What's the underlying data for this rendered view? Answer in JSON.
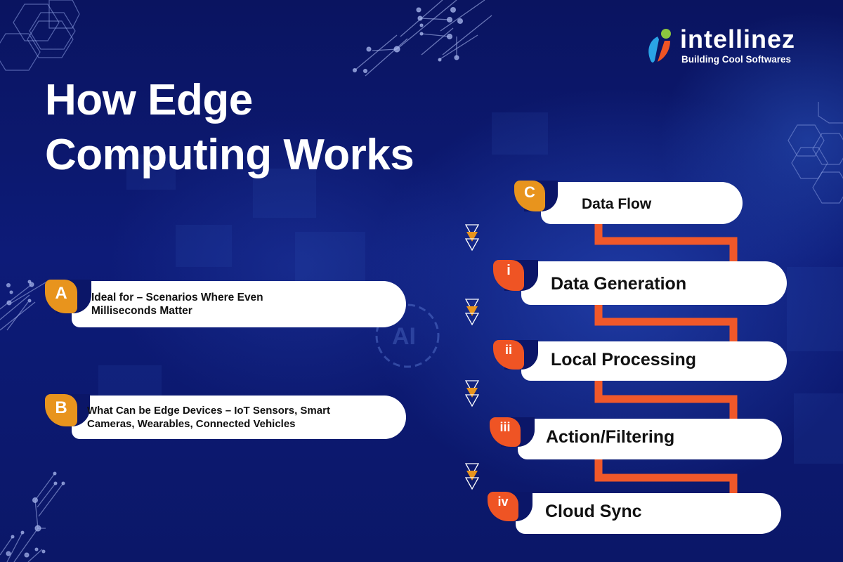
{
  "brand": {
    "name": "intellinez",
    "tagline": "Building Cool Softwares",
    "colors": {
      "blue": "#2aa3e6",
      "orange": "#ef5424",
      "green": "#8cc63f"
    }
  },
  "title": {
    "line1": "How Edge",
    "line2": "Computing Works"
  },
  "info_cards": [
    {
      "badge": "A",
      "text_line1": "Ideal for – Scenarios Where Even",
      "text_line2": "Milliseconds Matter"
    },
    {
      "badge": "B",
      "text_line1": "What Can be Edge Devices – IoT Sensors, Smart",
      "text_line2": "Cameras, Wearables, Connected Vehicles"
    }
  ],
  "flow": {
    "header": {
      "badge": "C",
      "label": "Data Flow"
    },
    "steps": [
      {
        "badge": "i",
        "label": "Data Generation"
      },
      {
        "badge": "ii",
        "label": "Local Processing"
      },
      {
        "badge": "iii",
        "label": "Action/Filtering"
      },
      {
        "badge": "iv",
        "label": "Cloud Sync"
      }
    ]
  },
  "colors": {
    "background": "#0b1668",
    "badge_orange": "#e8941d",
    "badge_red": "#ef5424",
    "connector": "#f0582a",
    "card": "#ffffff",
    "text_dark": "#111111"
  }
}
